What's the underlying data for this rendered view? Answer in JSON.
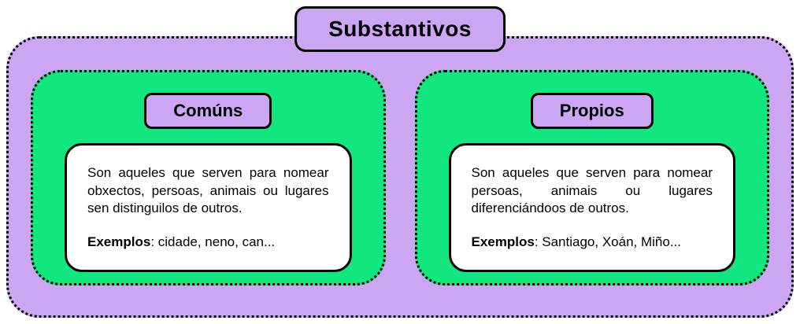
{
  "title": "Substantivos",
  "cards": [
    {
      "label": "Comúns",
      "description": "Son aqueles que serven para nomear obxectos, persoas, animais ou lugares sen distinguilos de outros.",
      "examples_label": "Exemplos",
      "examples_text": ": cidade, neno, can..."
    },
    {
      "label": "Propios",
      "description": "Son aqueles que serven para nomear persoas, animais ou lugares diferenciándoos de outros.",
      "examples_label": "Exemplos",
      "examples_text": ": Santiago, Xoán, Miño..."
    }
  ],
  "colors": {
    "purple": "#CDA6F3",
    "green": "#12E67F",
    "border": "#000000",
    "paper": "#FFFFFF"
  }
}
